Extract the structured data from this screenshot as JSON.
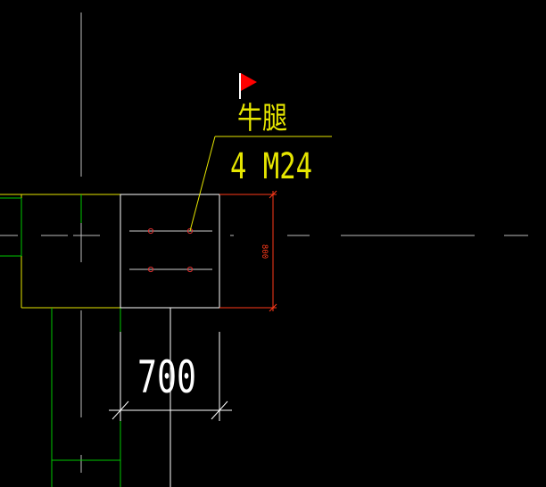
{
  "drawing": {
    "annotation": {
      "label": "牛腿",
      "bolt_spec": "4 M24"
    },
    "dimensions": {
      "width_label": "700",
      "height_label": "800"
    },
    "colors": {
      "background": "#000000",
      "wall": "#e6e600",
      "column": "#00c800",
      "plate": "#ffffff",
      "centerline": "#d0d0d0",
      "dimension": "#ff3a1a",
      "bolt": "#e03030",
      "leader": "#e6e600",
      "flag": "#ff0000"
    },
    "icons": {
      "marker": "red-flag-icon"
    }
  }
}
